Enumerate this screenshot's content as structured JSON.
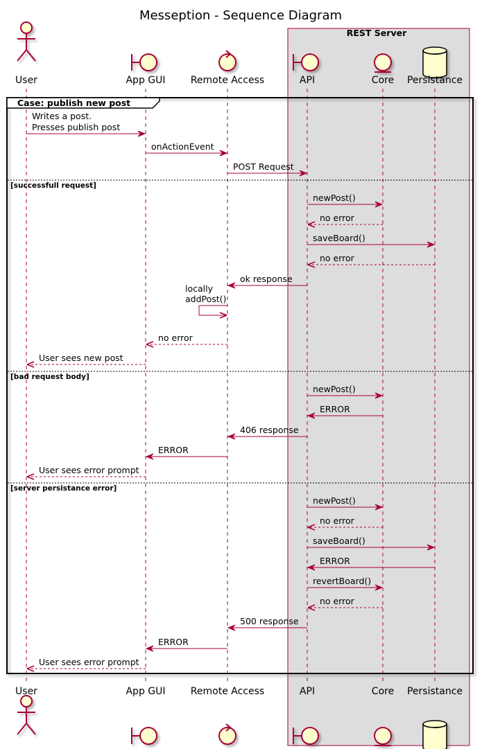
{
  "title": "Messeption - Sequence Diagram",
  "group_box": {
    "label": "REST Server"
  },
  "participants": [
    {
      "id": "user",
      "label": "User",
      "kind": "actor"
    },
    {
      "id": "gui",
      "label": "App GUI",
      "kind": "boundary"
    },
    {
      "id": "remote",
      "label": "Remote Access",
      "kind": "control"
    },
    {
      "id": "api",
      "label": "API",
      "kind": "boundary"
    },
    {
      "id": "core",
      "label": "Core",
      "kind": "entity"
    },
    {
      "id": "persist",
      "label": "Persistance",
      "kind": "database"
    }
  ],
  "frame": {
    "label": "Case: publish new post"
  },
  "sections": [
    {
      "label": "successfull request"
    },
    {
      "label": "bad request body"
    },
    {
      "label": "server persistance error"
    }
  ],
  "messages": [
    {
      "from": "user",
      "to": "gui",
      "lines": [
        "Writes a post.",
        "Presses publish post"
      ],
      "style": "solid"
    },
    {
      "from": "gui",
      "to": "remote",
      "lines": [
        "onActionEvent"
      ],
      "style": "solid"
    },
    {
      "from": "remote",
      "to": "api",
      "lines": [
        "POST Request"
      ],
      "style": "solid"
    },
    {
      "from": "api",
      "to": "core",
      "lines": [
        "newPost()"
      ],
      "style": "solid"
    },
    {
      "from": "core",
      "to": "api",
      "lines": [
        "no error"
      ],
      "style": "dashed"
    },
    {
      "from": "api",
      "to": "persist",
      "lines": [
        "saveBoard()"
      ],
      "style": "solid"
    },
    {
      "from": "persist",
      "to": "api",
      "lines": [
        "no error"
      ],
      "style": "dashed"
    },
    {
      "from": "api",
      "to": "remote",
      "lines": [
        "ok response"
      ],
      "style": "solid"
    },
    {
      "from": "remote",
      "to": "remote",
      "lines": [
        "locally",
        "addPost()"
      ],
      "style": "self"
    },
    {
      "from": "remote",
      "to": "gui",
      "lines": [
        "no error"
      ],
      "style": "dashed"
    },
    {
      "from": "gui",
      "to": "user",
      "lines": [
        "User sees new post"
      ],
      "style": "dashed"
    },
    {
      "from": "api",
      "to": "core",
      "lines": [
        "newPost()"
      ],
      "style": "solid"
    },
    {
      "from": "core",
      "to": "api",
      "lines": [
        "ERROR"
      ],
      "style": "solid"
    },
    {
      "from": "api",
      "to": "remote",
      "lines": [
        "406 response"
      ],
      "style": "solid"
    },
    {
      "from": "remote",
      "to": "gui",
      "lines": [
        "ERROR"
      ],
      "style": "solid"
    },
    {
      "from": "gui",
      "to": "user",
      "lines": [
        "User sees error prompt"
      ],
      "style": "dashed"
    },
    {
      "from": "api",
      "to": "core",
      "lines": [
        "newPost()"
      ],
      "style": "solid"
    },
    {
      "from": "core",
      "to": "api",
      "lines": [
        "no error"
      ],
      "style": "dashed"
    },
    {
      "from": "api",
      "to": "persist",
      "lines": [
        "saveBoard()"
      ],
      "style": "solid"
    },
    {
      "from": "persist",
      "to": "api",
      "lines": [
        "ERROR"
      ],
      "style": "solid"
    },
    {
      "from": "api",
      "to": "core",
      "lines": [
        "revertBoard()"
      ],
      "style": "solid"
    },
    {
      "from": "core",
      "to": "api",
      "lines": [
        "no error"
      ],
      "style": "dashed"
    },
    {
      "from": "api",
      "to": "remote",
      "lines": [
        "500 response"
      ],
      "style": "solid"
    },
    {
      "from": "remote",
      "to": "gui",
      "lines": [
        "ERROR"
      ],
      "style": "solid"
    },
    {
      "from": "gui",
      "to": "user",
      "lines": [
        "User sees error prompt"
      ],
      "style": "dashed"
    }
  ],
  "colors": {
    "arrow": "#A80036",
    "participant_fill": "#FEFECE",
    "group_fill": "#DDDDDD",
    "frame_border": "#000000"
  }
}
